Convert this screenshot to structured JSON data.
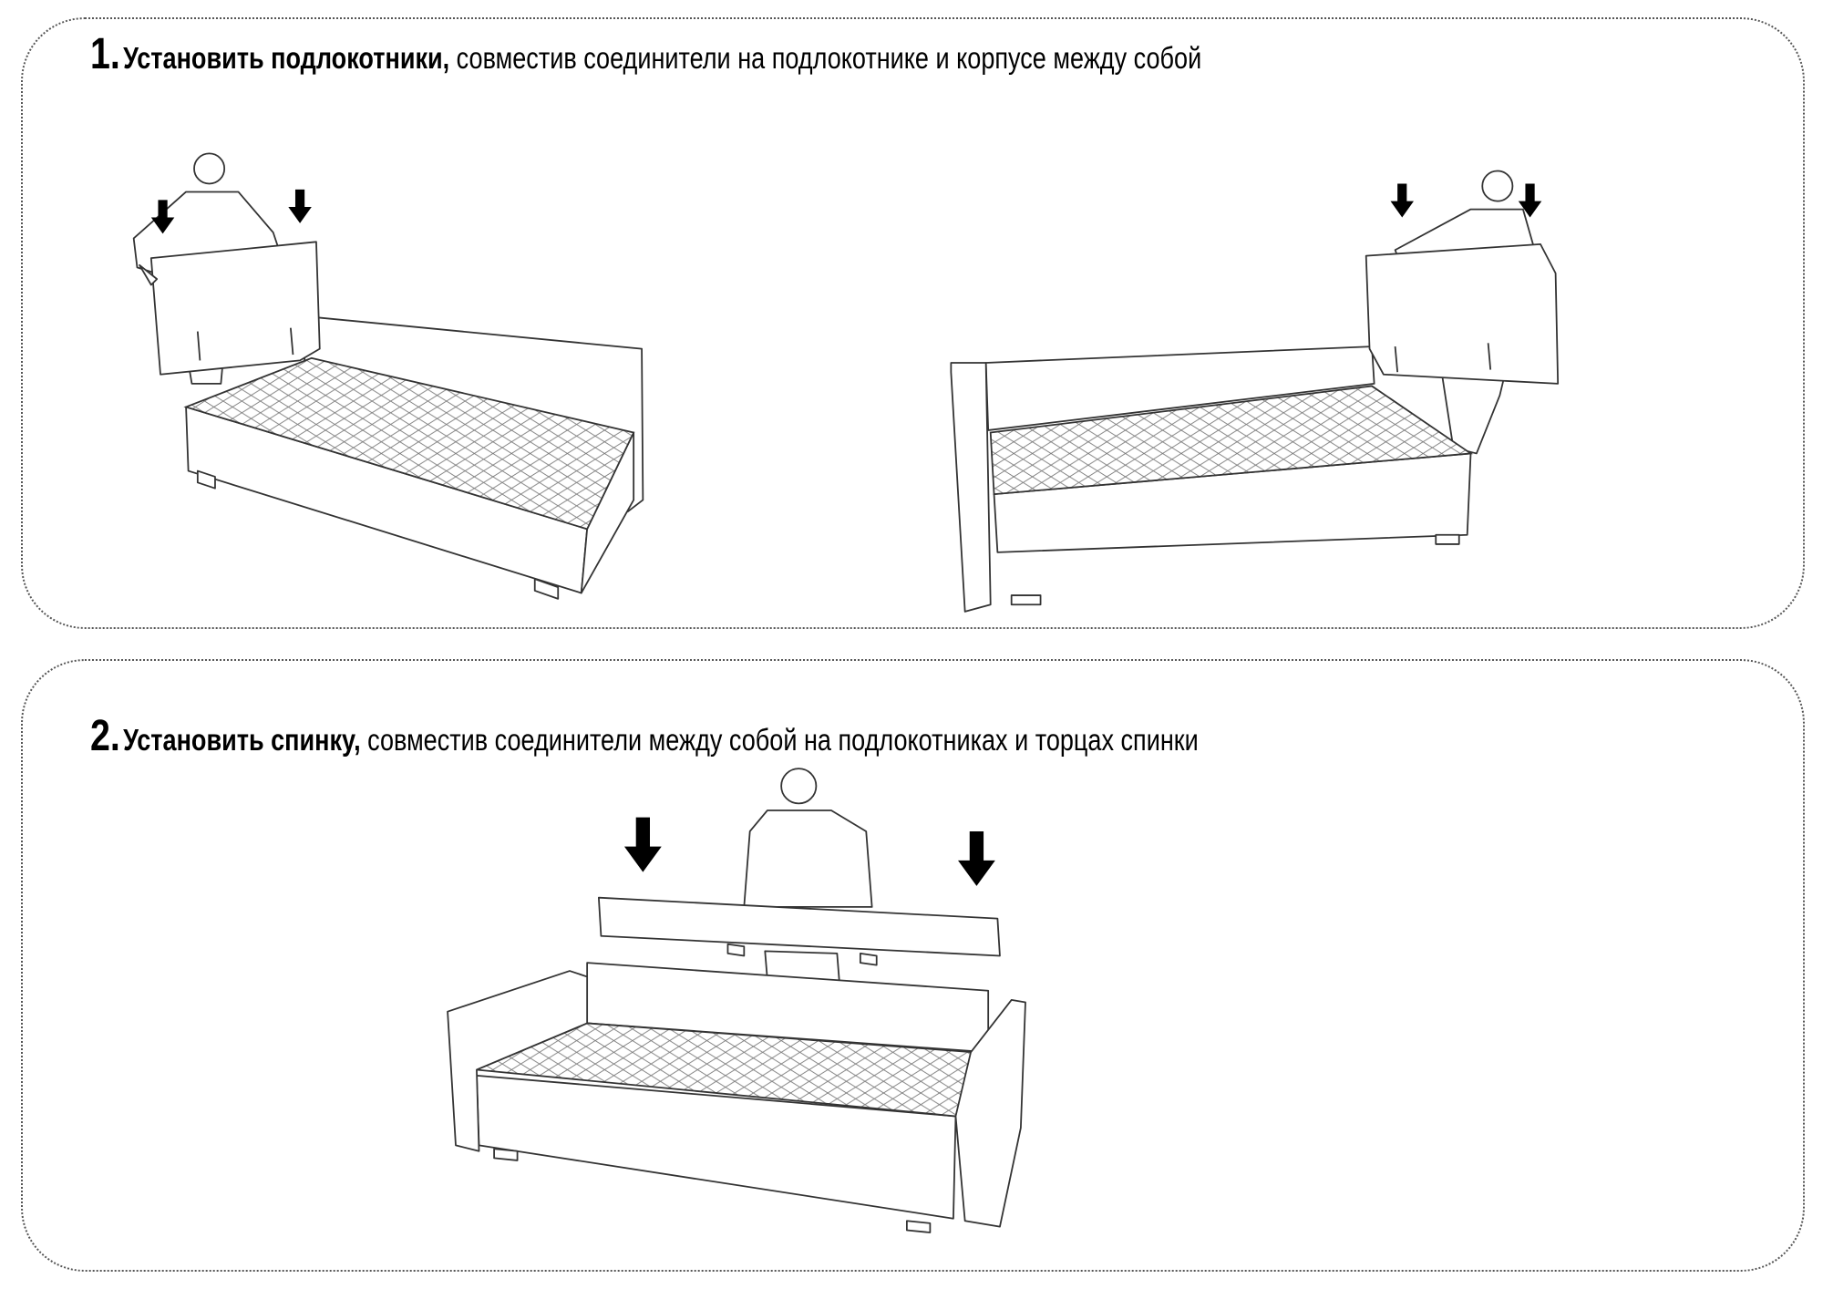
{
  "steps": [
    {
      "number": "1.",
      "title": "Установить подлокотники,",
      "text": " совместив соединители на подлокотнике и корпусе между собой"
    },
    {
      "number": "2.",
      "title": "Установить спинку,",
      "text": " совместив соединители между собой на подлокотниках и торцах спинки"
    }
  ]
}
